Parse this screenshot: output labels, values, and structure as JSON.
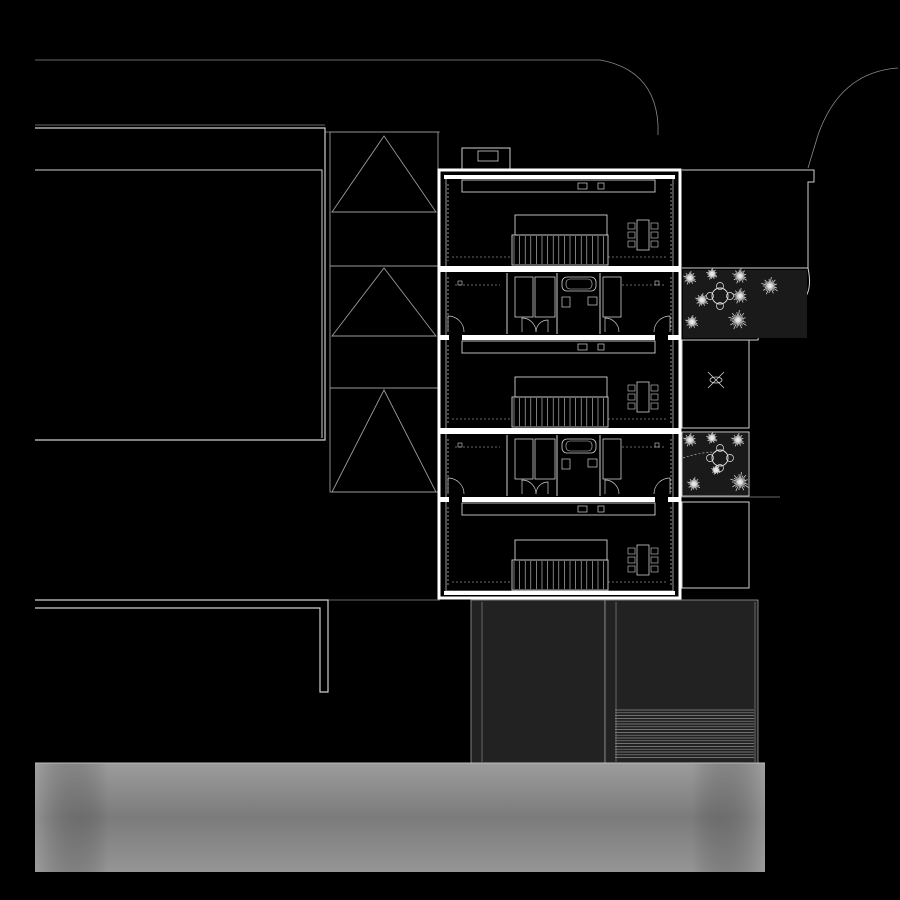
{
  "drawing": {
    "background_color": "#000000",
    "line_color": "#cfcfcf",
    "wall_color": "#ffffff",
    "dark_fill": "#222222",
    "ground_gradient": [
      "#9a9a9a",
      "#7c7c7c",
      "#9a9a9a"
    ],
    "floors": [
      {
        "level": 1,
        "type": "living"
      },
      {
        "level": 2,
        "type": "bedrooms"
      },
      {
        "level": 3,
        "type": "living"
      },
      {
        "level": 4,
        "type": "bedrooms"
      },
      {
        "level": 5,
        "type": "living"
      }
    ],
    "landscape": {
      "tree_count": 3,
      "planter_count": 2
    }
  }
}
